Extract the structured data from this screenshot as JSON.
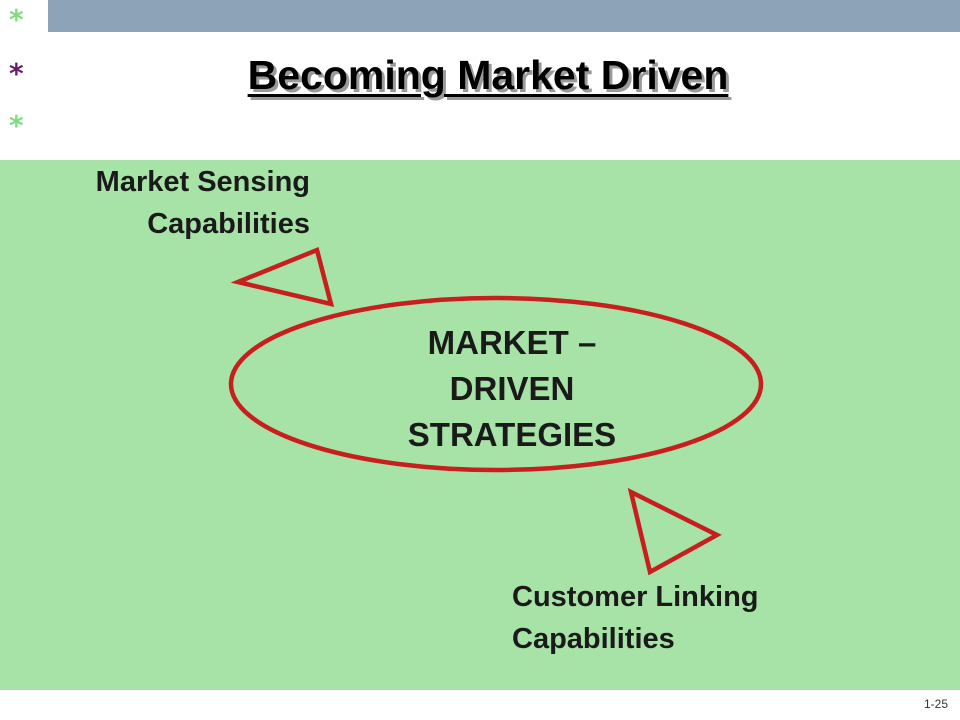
{
  "slide": {
    "title": "Becoming Market Driven",
    "page_number": "1-25",
    "bullets": [
      "*",
      "*",
      "*"
    ]
  },
  "diagram": {
    "center": {
      "lines": [
        "MARKET –",
        "DRIVEN",
        "STRATEGIES"
      ]
    },
    "top_label": {
      "lines": [
        "Market Sensing",
        "Capabilities"
      ]
    },
    "bottom_label": {
      "lines": [
        "Customer Linking",
        "Capabilities"
      ]
    }
  },
  "colors": {
    "background_green": "#a7e2a7",
    "top_bar": "#8da4b8",
    "shape_stroke": "#c81e1e",
    "star_light": "#7fdc7f",
    "star_dark": "#6b1a6b"
  }
}
